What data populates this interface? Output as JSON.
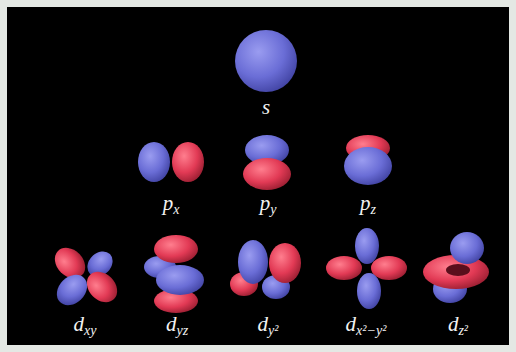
{
  "diagram": {
    "labels": [
      "s",
      "px",
      "py",
      "pz",
      "dxy",
      "dyz",
      "dy²",
      "dx²−y²",
      "dz²"
    ]
  }
}
